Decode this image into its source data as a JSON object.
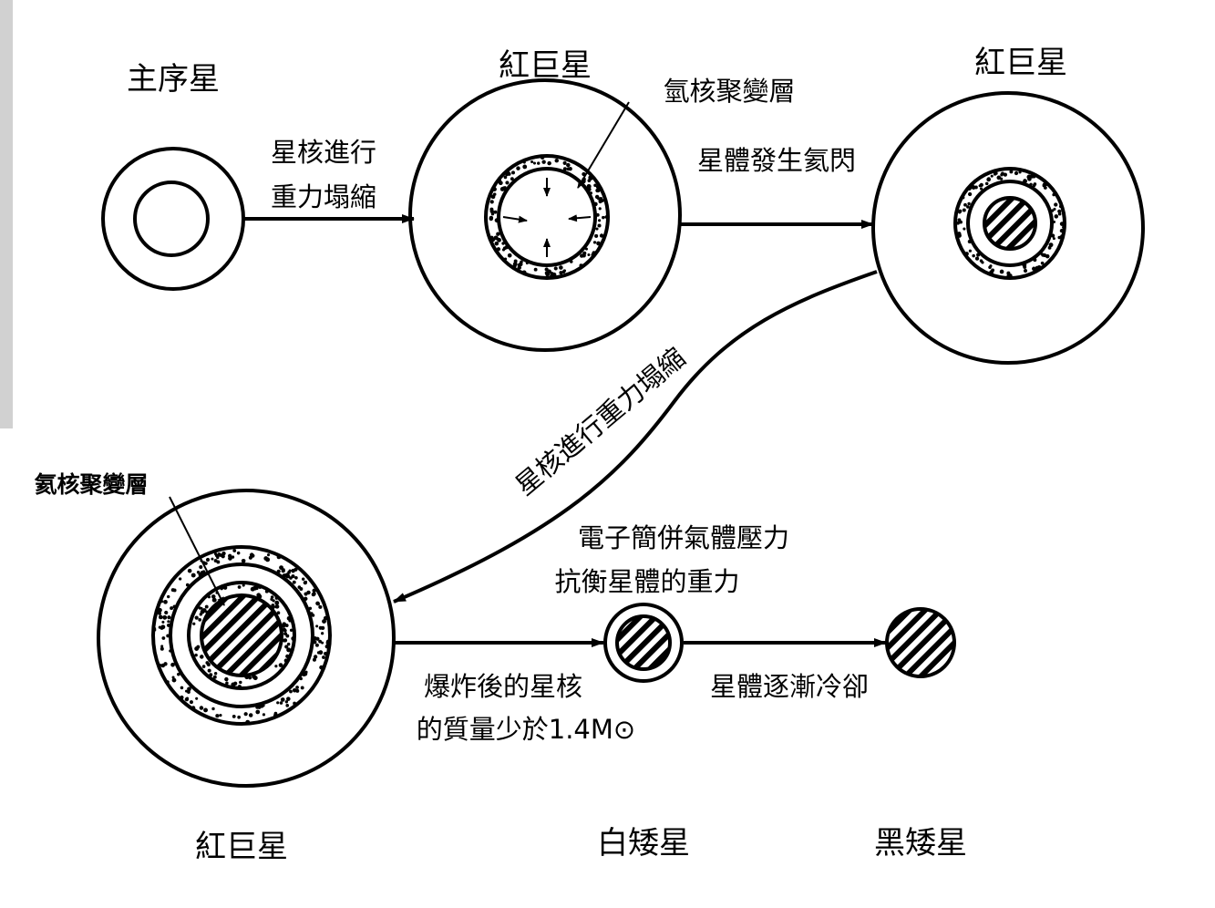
{
  "stages": {
    "main_sequence": "主序星",
    "red_giant_1": "紅巨星",
    "red_giant_2": "紅巨星",
    "red_giant_3": "紅巨星",
    "white_dwarf": "白矮星",
    "black_dwarf": "黑矮星"
  },
  "annotations": {
    "core_collapse_line1": "星核進行",
    "core_collapse_line2": "重力塌縮",
    "hydrogen_shell": "氫核聚變層",
    "helium_flash": "星體發生氦閃",
    "core_collapse_curved": "星核進行重力塌縮",
    "helium_shell": "氦核聚變層",
    "degenerate_line1": "電子簡併氣體壓力",
    "degenerate_line2": "抗衡星體的重力",
    "remnant_line1": "爆炸後的星核",
    "remnant_line2": "的質量少於1.4M⊙",
    "cooling": "星體逐漸冷卻"
  }
}
